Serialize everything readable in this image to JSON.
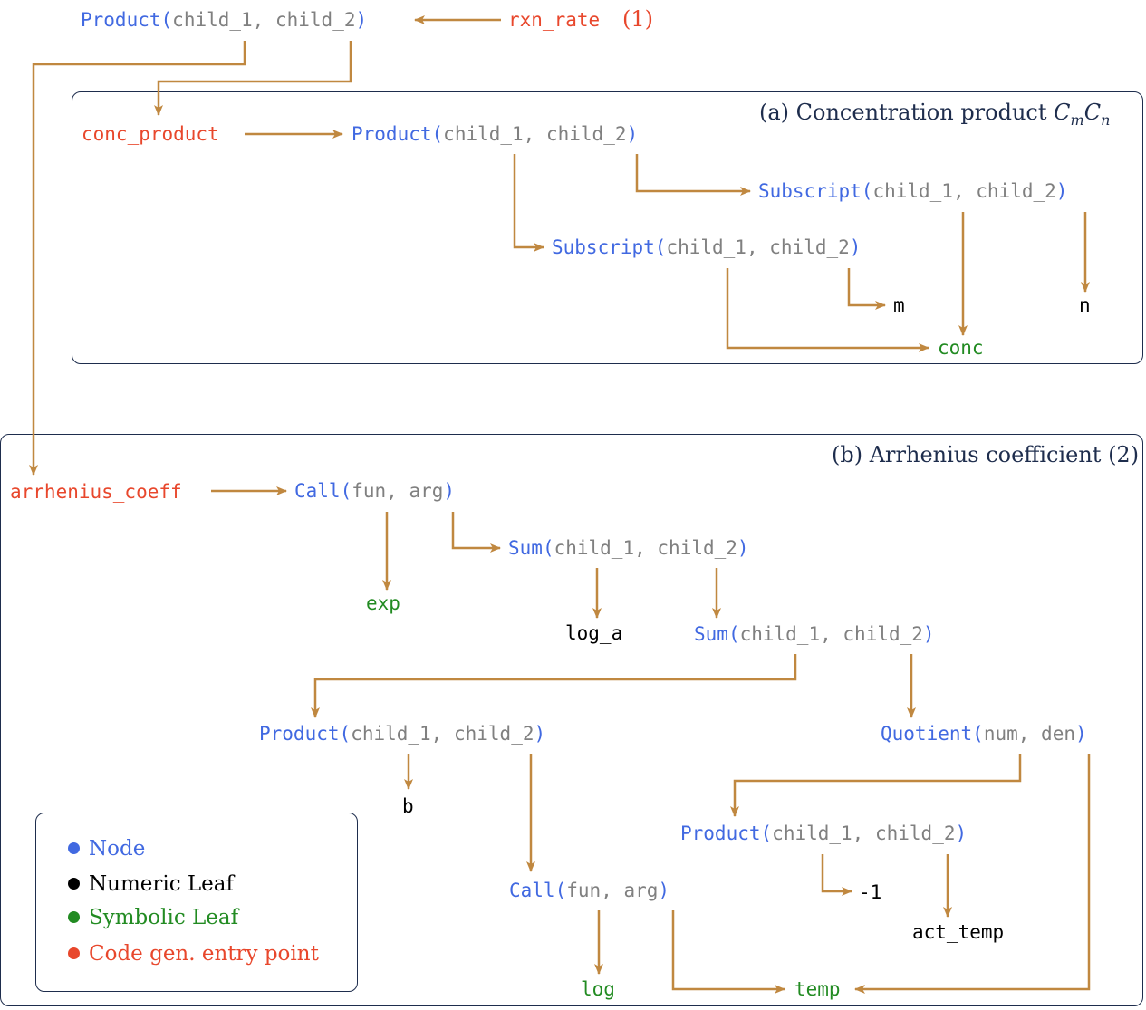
{
  "colors": {
    "node": "#4169e1",
    "argument": "#808080",
    "numeric_leaf": "#000000",
    "symbolic_leaf": "#228b22",
    "entry_point": "#e8472c",
    "arrow": "#c08840",
    "frame": "#1e2d4d"
  },
  "top": {
    "product": {
      "name": "Product",
      "open": "(",
      "a1": "child_1,",
      "a2": "child_2",
      "close": ")"
    },
    "rxn_rate": "rxn_rate",
    "rxn_rate_eq": "(1)"
  },
  "panel_a": {
    "caption_text": "(a) Concentration product ",
    "caption_math": "CmCn",
    "conc_product": "conc_product",
    "product": {
      "name": "Product",
      "open": "(",
      "a1": "child_1,",
      "a2": "child_2",
      "close": ")"
    },
    "subscript_1": {
      "name": "Subscript",
      "open": "(",
      "a1": "child_1,",
      "a2": "child_2",
      "close": ")"
    },
    "subscript_2": {
      "name": "Subscript",
      "open": "(",
      "a1": "child_1,",
      "a2": "child_2",
      "close": ")"
    },
    "m": "m",
    "n": "n",
    "conc": "conc"
  },
  "panel_b": {
    "caption": "(b) Arrhenius coefficient (2)",
    "arrhenius_coeff": "arrhenius_coeff",
    "call_1": {
      "name": "Call",
      "open": "(",
      "a1": "fun,",
      "a2": "arg",
      "close": ")"
    },
    "exp": "exp",
    "sum_1": {
      "name": "Sum",
      "open": "(",
      "a1": "child_1,",
      "a2": "child_2",
      "close": ")"
    },
    "log_a": "log_a",
    "sum_2": {
      "name": "Sum",
      "open": "(",
      "a1": "child_1,",
      "a2": "child_2",
      "close": ")"
    },
    "product_1": {
      "name": "Product",
      "open": "(",
      "a1": "child_1,",
      "a2": "child_2",
      "close": ")"
    },
    "quotient": {
      "name": "Quotient",
      "open": "(",
      "a1": "num,",
      "a2": "den",
      "close": ")"
    },
    "b": "b",
    "product_2": {
      "name": "Product",
      "open": "(",
      "a1": "child_1,",
      "a2": "child_2",
      "close": ")"
    },
    "minus_one": "-1",
    "act_temp": "act_temp",
    "call_2": {
      "name": "Call",
      "open": "(",
      "a1": "fun,",
      "a2": "arg",
      "close": ")"
    },
    "log": "log",
    "temp": "temp"
  },
  "legend": {
    "node": "Node",
    "numeric_leaf": "Numeric Leaf",
    "symbolic_leaf": "Symbolic Leaf",
    "entry_point": "Code gen. entry point"
  }
}
